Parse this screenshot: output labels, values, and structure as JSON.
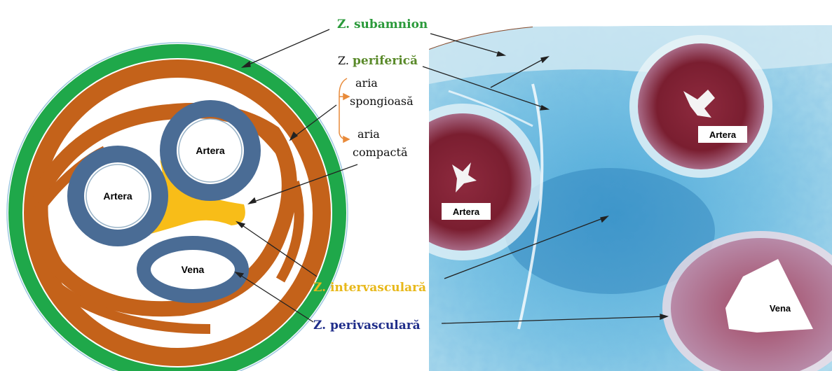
{
  "labels": {
    "subamnion": "Z. subamnion",
    "periferica_prefix": "Z.",
    "periferica": "periferică",
    "aria_spongioasa_1": "aria",
    "aria_spongioasa_2": "spongioasă",
    "aria_compacta_1": "aria",
    "aria_compacta_2": "compactă",
    "intervasculara": "Z. intervasculară",
    "perivasculara": "Z. perivasculară"
  },
  "diagram": {
    "artery_left": "Artera",
    "artery_top": "Artera",
    "vein": "Vena"
  },
  "photo": {
    "artery_right": "Artera",
    "artery_left": "Artera",
    "vein": "Vena"
  },
  "colors": {
    "subamnion": "#1fa84a",
    "periferica": "#c4621a",
    "intervasculara": "#f8bd18",
    "perivasculara": "#4a6c95",
    "perivasculara_label": "#1f2d8a",
    "subamnion_label": "#2a9a3a",
    "periferica_label": "#5a8a2a",
    "intervasculara_label": "#e8b81a",
    "arrow_orange": "#e88a3a"
  }
}
